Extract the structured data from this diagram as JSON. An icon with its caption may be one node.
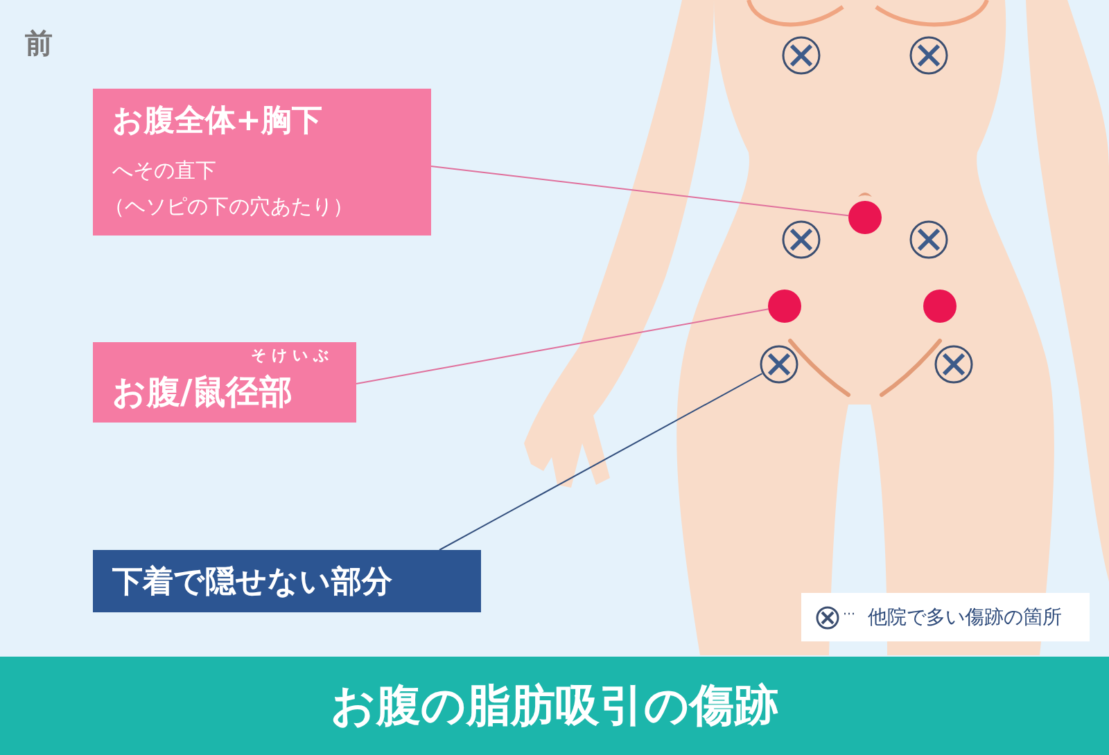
{
  "diagram": {
    "title": "お腹の脂肪吸引の傷跡",
    "nodes": [
      {
        "text": [
          "お腹全体+胸下",
          "へその直下",
          "（ヘソピの下の穴あたり）"
        ]
      },
      {
        "text": [
          "そけいぶ",
          "お腹/鼠径部"
        ]
      },
      {
        "text": [
          "下着で隠せない部分"
        ]
      },
      {
        "text": [],
        "shape": "circle"
      },
      {
        "text": [],
        "shape": "circle"
      },
      {
        "text": [],
        "shape": "circle"
      },
      {
        "text": [],
        "shape": "crossed-circle"
      },
      {
        "text": [],
        "shape": "crossed-circle"
      },
      {
        "text": [],
        "shape": "crossed-circle"
      },
      {
        "text": [],
        "shape": "crossed-circle"
      },
      {
        "text": [],
        "shape": "crossed-circle"
      },
      {
        "text": [],
        "shape": "crossed-circle"
      }
    ],
    "edges": [
      {
        "from": 0,
        "to": 3,
        "arrow": "none"
      },
      {
        "from": 1,
        "to": 4,
        "arrow": "none"
      },
      {
        "from": 2,
        "to": 10,
        "arrow": "none",
        "color": "#34507e"
      }
    ],
    "labels": [
      "前"
    ],
    "legend": [
      {
        "text": "他院で多い傷跡の箇所"
      }
    ]
  }
}
